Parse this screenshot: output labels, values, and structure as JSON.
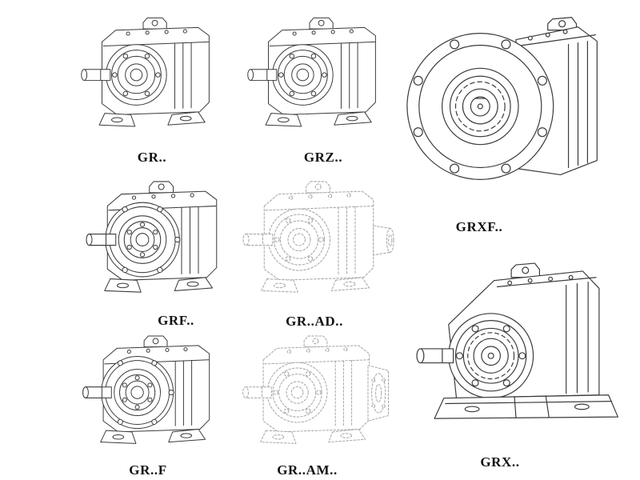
{
  "page": {
    "background": "#ffffff",
    "line_color": "#3a3a3a",
    "ghost_line_color": "#a3a3a3",
    "label_color": "#121212"
  },
  "products": [
    {
      "id": "gr",
      "label": "GR..",
      "drawing": "foot-mounted helical gear unit, solid line art"
    },
    {
      "id": "grz",
      "label": "GRZ..",
      "drawing": "foot-mounted helical gear unit, solid line art"
    },
    {
      "id": "grxf",
      "label": "GRXF..",
      "drawing": "flange-mounted helical gear unit with large front flange, solid line art"
    },
    {
      "id": "grf",
      "label": "GRF..",
      "drawing": "foot-mounted helical gear unit with input flange, solid line art"
    },
    {
      "id": "gr_ad",
      "label": "GR..AD..",
      "drawing": "helical gear unit with input shaft adapter, dashed ghost line art"
    },
    {
      "id": "gr_f",
      "label": "GR..F",
      "drawing": "foot-mounted helical gear unit with flange, solid line art"
    },
    {
      "id": "gr_am",
      "label": "GR..AM..",
      "drawing": "helical gear unit with motor adapter flange, dashed ghost line art"
    },
    {
      "id": "grx",
      "label": "GRX..",
      "drawing": "large foot-mounted helical gear unit, solid line art"
    }
  ]
}
